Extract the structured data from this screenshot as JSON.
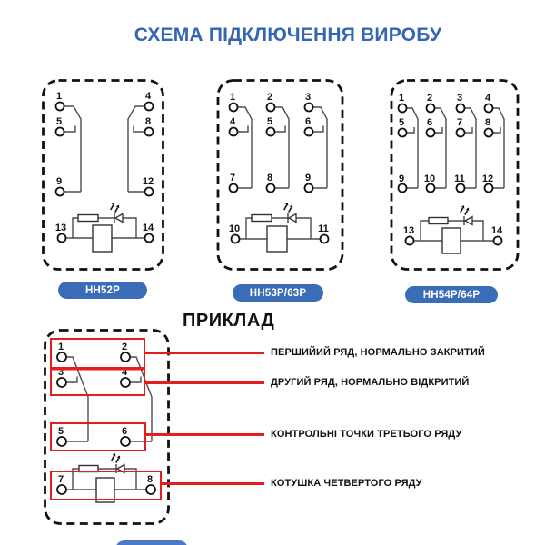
{
  "title": "СХЕМА ПІДКЛЮЧЕННЯ ВИРОБУ",
  "colors": {
    "title_blue": "#3566b3",
    "badge_blue": "#3b6cb8",
    "annotation_red": "#e41e1e",
    "wire_gray": "#4d4d4d",
    "ink": "#111111"
  },
  "diagrams": [
    {
      "label": "HH52P",
      "terminals": {
        "nc": [
          "1",
          "4"
        ],
        "no": [
          "5",
          "8"
        ],
        "common": [
          "9",
          "12"
        ],
        "coil": [
          "13",
          "14"
        ]
      }
    },
    {
      "label": "HH53P/63P",
      "terminals": {
        "nc": [
          "1",
          "2",
          "3"
        ],
        "no": [
          "4",
          "5",
          "6"
        ],
        "common": [
          "7",
          "8",
          "9"
        ],
        "coil": [
          "10",
          "11"
        ]
      }
    },
    {
      "label": "HH54P/64P",
      "terminals": {
        "nc": [
          "1",
          "2",
          "3",
          "4"
        ],
        "no": [
          "5",
          "6",
          "7",
          "8"
        ],
        "common": [
          "9",
          "10",
          "11",
          "12"
        ],
        "coil": [
          "13",
          "14"
        ]
      }
    }
  ],
  "example": {
    "heading": "ПРИКЛАД",
    "terminals": {
      "row1": [
        "1",
        "2"
      ],
      "row2": [
        "3",
        "4"
      ],
      "row3": [
        "5",
        "6"
      ],
      "coil": [
        "7",
        "8"
      ]
    },
    "annotations": [
      {
        "label": "ПЕРШИЙИЙ РЯД, НОРМАЛЬНО ЗАКРИТИЙ"
      },
      {
        "label": "ДРУГИЙ РЯД, НОРМАЛЬНО ВІДКРИТИЙ"
      },
      {
        "label": "КОНТРОЛЬНІ ТОЧКИ ТРЕТЬОГО РЯДУ"
      },
      {
        "label": "КОТУШКА ЧЕТВЕРТОГО РЯДУ"
      }
    ]
  }
}
